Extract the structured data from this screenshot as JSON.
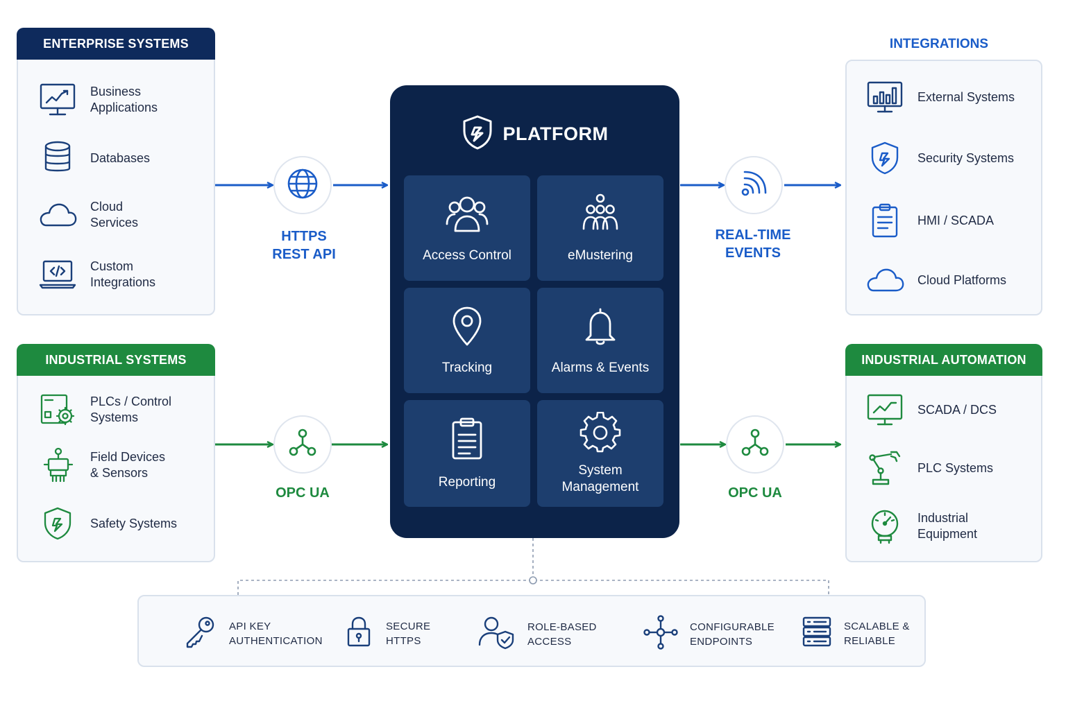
{
  "enterprise": {
    "title": "ENTERPRISE SYSTEMS",
    "items": [
      {
        "label": "Business\nApplications",
        "icon": "monitor-chart-icon"
      },
      {
        "label": "Databases",
        "icon": "database-icon"
      },
      {
        "label": "Cloud\nServices",
        "icon": "cloud-icon"
      },
      {
        "label": "Custom\nIntegrations",
        "icon": "laptop-code-icon"
      }
    ]
  },
  "industrial_systems": {
    "title": "INDUSTRIAL SYSTEMS",
    "items": [
      {
        "label": "PLCs / Control\nSystems",
        "icon": "plc-gear-icon"
      },
      {
        "label": "Field Devices\n& Sensors",
        "icon": "sensor-device-icon"
      },
      {
        "label": "Safety Systems",
        "icon": "safety-shield-icon"
      }
    ]
  },
  "integrations": {
    "title": "INTEGRATIONS",
    "items": [
      {
        "label": "External Systems",
        "icon": "bar-chart-monitor-icon"
      },
      {
        "label": "Security Systems",
        "icon": "security-shield-icon"
      },
      {
        "label": "HMI / SCADA",
        "icon": "clipboard-icon"
      },
      {
        "label": "Cloud Platforms",
        "icon": "cloud-icon"
      }
    ]
  },
  "industrial_automation": {
    "title": "INDUSTRIAL AUTOMATION",
    "items": [
      {
        "label": "SCADA / DCS",
        "icon": "monitor-trend-icon"
      },
      {
        "label": "PLC Systems",
        "icon": "robot-arm-icon"
      },
      {
        "label": "Industrial\nEquipment",
        "icon": "gauge-icon"
      }
    ]
  },
  "platform": {
    "title": "PLATFORM",
    "modules": [
      {
        "label": "Access Control",
        "icon": "users-icon"
      },
      {
        "label": "eMustering",
        "icon": "group-icon"
      },
      {
        "label": "Tracking",
        "icon": "location-pin-icon"
      },
      {
        "label": "Alarms & Events",
        "icon": "bell-icon"
      },
      {
        "label": "Reporting",
        "icon": "report-clipboard-icon"
      },
      {
        "label": "System\nManagement",
        "icon": "gear-icon"
      }
    ]
  },
  "connectors": {
    "https": {
      "label": "HTTPS\nREST API",
      "icon": "globe-icon"
    },
    "realtime": {
      "label": "REAL-TIME\nEVENTS",
      "icon": "signal-icon"
    },
    "opc_left": {
      "label": "OPC UA",
      "icon": "network-node-icon"
    },
    "opc_right": {
      "label": "OPC UA",
      "icon": "network-node-icon"
    }
  },
  "features": [
    {
      "label": "API KEY\nAUTHENTICATION",
      "icon": "key-icon"
    },
    {
      "label": "SECURE\nHTTPS",
      "icon": "lock-icon"
    },
    {
      "label": "ROLE-BASED\nACCESS",
      "icon": "user-shield-icon"
    },
    {
      "label": "CONFIGURABLE\nENDPOINTS",
      "icon": "endpoints-icon"
    },
    {
      "label": "SCALABLE &\nRELIABLE",
      "icon": "server-icon"
    }
  ],
  "colors": {
    "navy": "#0e2a5c",
    "platform_bg": "#0c2349",
    "tile_bg": "#1d3e6e",
    "blue_accent": "#1a5cc8",
    "green_accent": "#1e8a3f"
  }
}
